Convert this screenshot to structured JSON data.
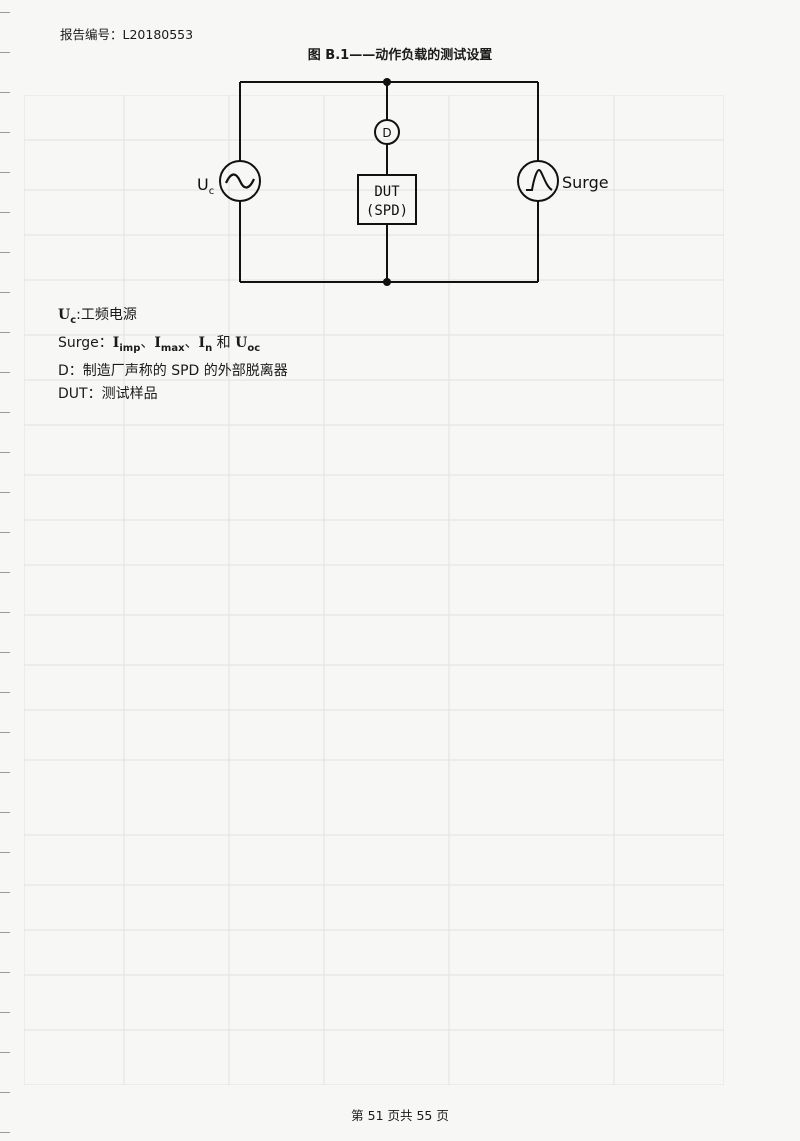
{
  "header": {
    "report_number": "报告编号：L20180553"
  },
  "figure": {
    "title": "图 B.1——动作负载的测试设置",
    "source_label": "U",
    "source_label_sub": "c",
    "fuse_label": "D",
    "dut_line1": "DUT",
    "dut_line2": "(SPD)",
    "surge_label": "Surge"
  },
  "legend": {
    "uc_sym": "U",
    "uc_sub": "c",
    "uc_text": ":工频电源",
    "surge_prefix": "Surge：",
    "imp_sym": "I",
    "imp_sub": "imp",
    "sep1": "、",
    "max_sym": "I",
    "max_sub": "max",
    "sep2": "、",
    "n_sym": "I",
    "n_sub": "n",
    "and": " 和 ",
    "oc_sym": "U",
    "oc_sub": "oc",
    "d_text": "D：制造厂声称的 SPD 的外部脱离器",
    "dut_text": "DUT：测试样品"
  },
  "footer": {
    "page": "第 51 页共 55 页"
  }
}
